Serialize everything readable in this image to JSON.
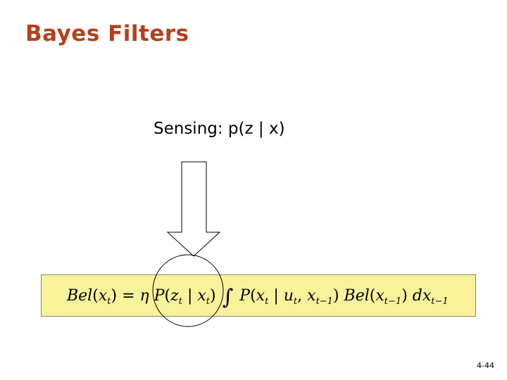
{
  "slide": {
    "title": "Bayes Filters",
    "sensing_label": "Sensing: p(z | x)",
    "page_number": "4-44",
    "title_color": "#b5411a",
    "formula_bg": "#f8f29a"
  },
  "formula": {
    "bel1": "Bel",
    "x1": "x",
    "t1": "t",
    "eq": "=",
    "eta": "η",
    "P1": "P",
    "z": "z",
    "t2": "t",
    "bar1": "|",
    "x2": "x",
    "t3": "t",
    "P2": "P",
    "x3": "x",
    "t4": "t",
    "bar2": "|",
    "u": "u",
    "t5": "t",
    "comma": ",",
    "x4": "x",
    "t6": "t−1",
    "bel2": "Bel",
    "x5": "x",
    "t7": "t−1",
    "dx": "dx",
    "t8": "t−1"
  }
}
